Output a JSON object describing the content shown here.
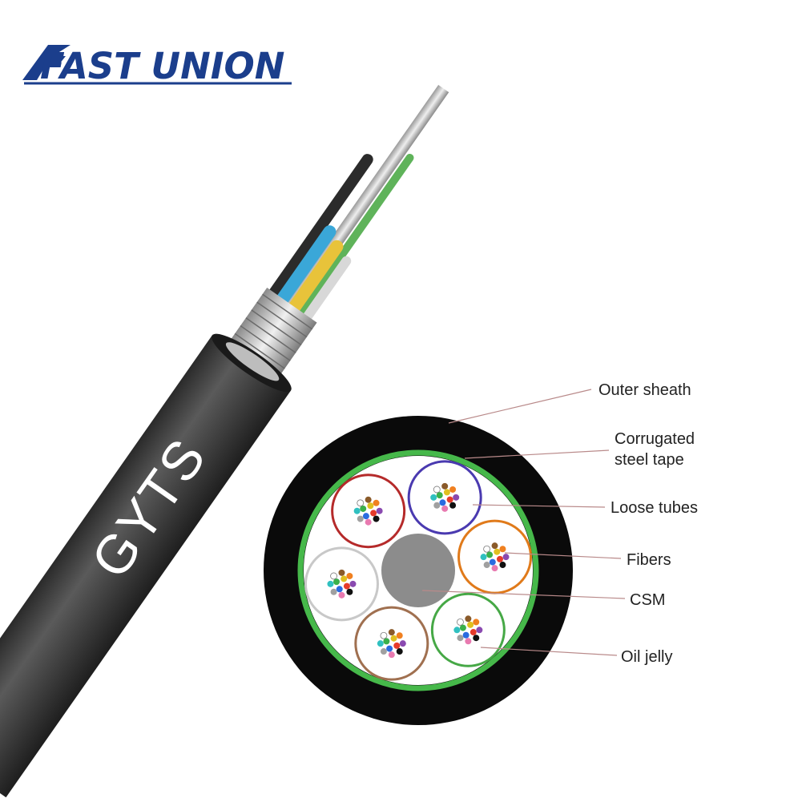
{
  "brand": {
    "logo_text": "FAST UNION",
    "color": "#1b3e8c"
  },
  "cable": {
    "print_text": "GYTS",
    "sheath_color": "#3b3b3b",
    "inner_colors": [
      "#2b2b2b",
      "#3aa7d8",
      "#e8c33a",
      "#5fb35a",
      "#b5b5b5"
    ]
  },
  "cross_section": {
    "outer_sheath_color": "#0a0a0a",
    "steel_tape_color": "#46b84a",
    "csm_color": "#8c8c8c",
    "tube_colors": [
      "#4a3ab0",
      "#e07a1a",
      "#46a846",
      "#a07050",
      "#c8c8c8",
      "#b52a2a"
    ],
    "fiber_colors": [
      "#e63a2a",
      "#2a6be0",
      "#3ab04a",
      "#e0c020",
      "#8a4ab0",
      "#101010",
      "#e87ab0",
      "#a0a0a0",
      "#30c0c0",
      "#ffffff",
      "#8a5a2a",
      "#f08020"
    ]
  },
  "labels": [
    {
      "text": "Outer sheath"
    },
    {
      "text": "Corrugated",
      "text2": "steel tape"
    },
    {
      "text": "Loose tubes"
    },
    {
      "text": "Fibers"
    },
    {
      "text": "CSM"
    },
    {
      "text": "Oil jelly"
    }
  ]
}
